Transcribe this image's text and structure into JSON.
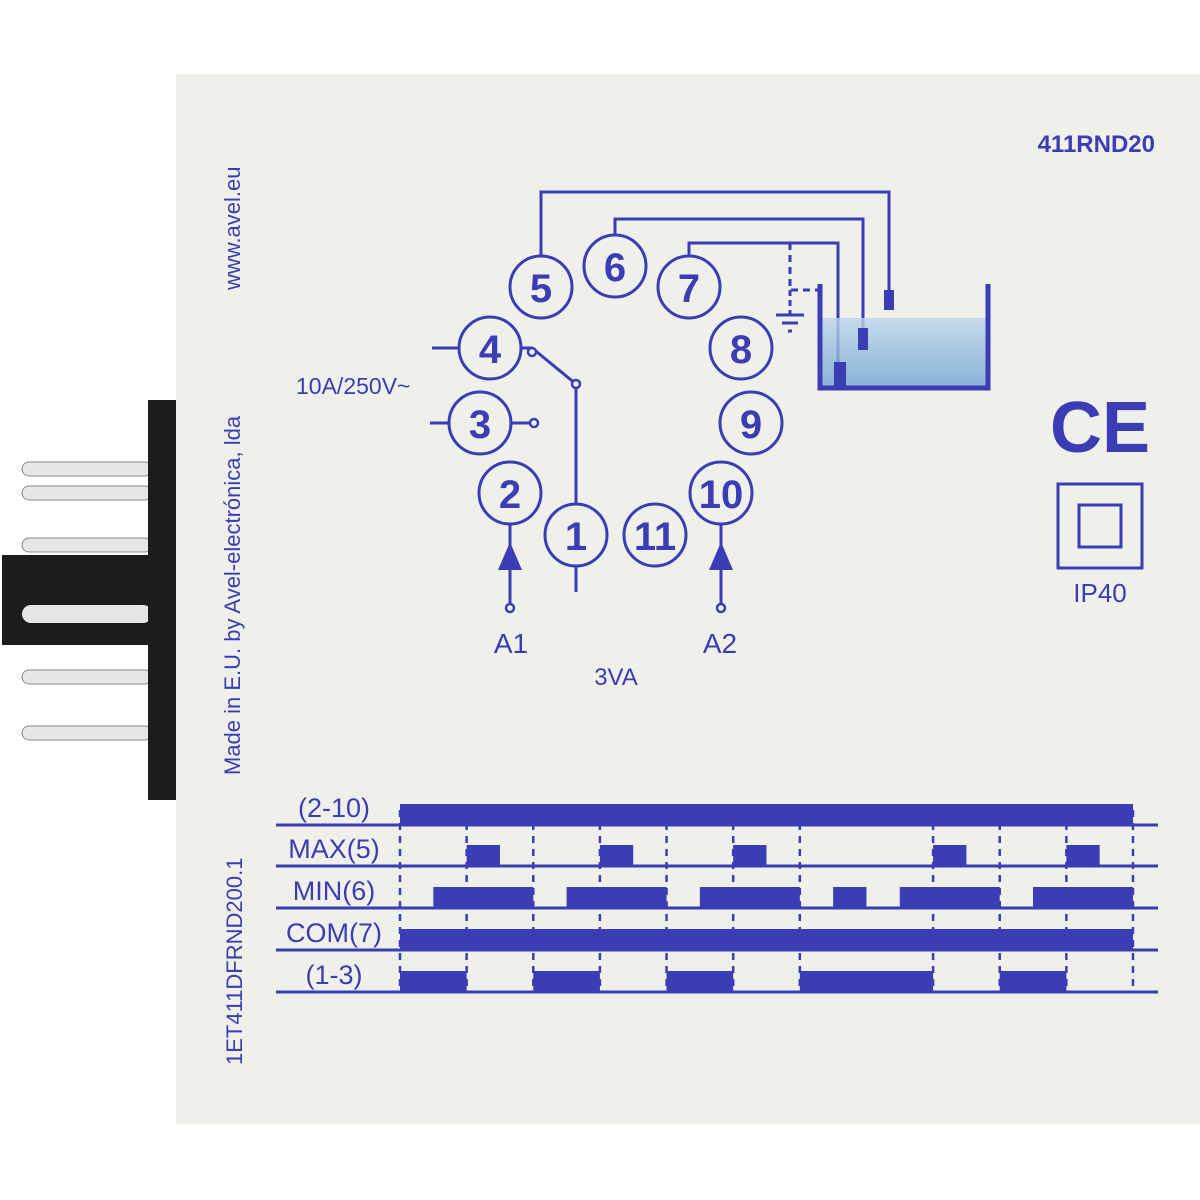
{
  "model": "411RND20",
  "website": "www.avel.eu",
  "manufacturer_line": "Made in E.U. by Avel-electrónica, lda",
  "document_code": "1ET411DFRND200.1",
  "contact_rating": "10A/250V~",
  "power": "3VA",
  "supply_labels": {
    "a1": "A1",
    "a2": "A2"
  },
  "protection": "IP40",
  "ce_mark": "CE",
  "colors": {
    "ink": "#3a3db3",
    "panel": "#f0f0eb",
    "connector": "#1c1c1c"
  },
  "pins": [
    "1",
    "2",
    "3",
    "4",
    "5",
    "6",
    "7",
    "8",
    "9",
    "10",
    "11"
  ],
  "chart_data": {
    "type": "timing",
    "time_range": [
      0,
      22
    ],
    "markers": [
      0,
      2,
      4,
      6,
      8,
      10,
      12,
      16,
      18,
      20,
      22
    ],
    "rows": [
      {
        "label": "(2-10)",
        "pulses": [
          [
            0,
            22
          ]
        ]
      },
      {
        "label": "MAX(5)",
        "pulses": [
          [
            2,
            3
          ],
          [
            6,
            7
          ],
          [
            10,
            11
          ],
          [
            16,
            17
          ],
          [
            20,
            21
          ]
        ]
      },
      {
        "label": "MIN(6)",
        "pulses": [
          [
            1,
            4
          ],
          [
            5,
            8
          ],
          [
            9,
            12
          ],
          [
            13,
            14
          ],
          [
            15,
            18
          ],
          [
            19,
            22
          ]
        ]
      },
      {
        "label": "COM(7)",
        "pulses": [
          [
            0,
            22
          ]
        ]
      },
      {
        "label": "(1-3)",
        "pulses": [
          [
            0,
            2
          ],
          [
            4,
            6
          ],
          [
            8,
            10
          ],
          [
            12,
            16
          ],
          [
            18,
            20
          ]
        ]
      }
    ]
  }
}
